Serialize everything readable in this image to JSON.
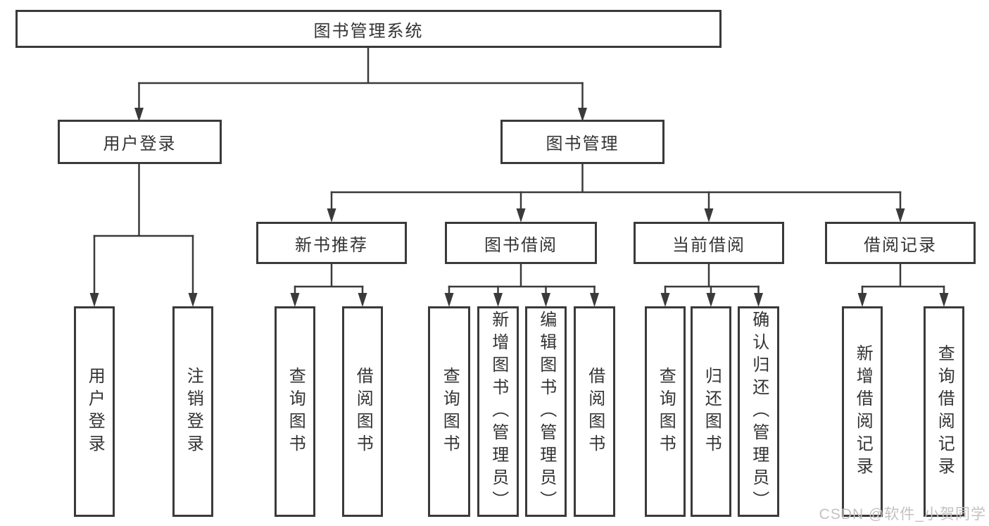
{
  "colors": {
    "background": "#ffffff",
    "line": "#3a3a3a",
    "text": "#333333",
    "watermark": "#c6c0c0"
  },
  "watermark": {
    "text": "CSDN @软件_小贺同学"
  },
  "diagram": {
    "type": "hierarchy",
    "title": "图书管理系统",
    "root": {
      "label": "图书管理系统",
      "children": [
        {
          "label": "用户登录",
          "children": [
            {
              "label": "用户登录"
            },
            {
              "label": "注销登录"
            }
          ]
        },
        {
          "label": "图书管理",
          "children": [
            {
              "label": "新书推荐",
              "children": [
                {
                  "label": "查询图书"
                },
                {
                  "label": "借阅图书"
                }
              ]
            },
            {
              "label": "图书借阅",
              "children": [
                {
                  "label": "查询图书"
                },
                {
                  "label": "新增图书（管理员）"
                },
                {
                  "label": "编辑图书（管理员）"
                },
                {
                  "label": "借阅图书"
                }
              ]
            },
            {
              "label": "当前借阅",
              "children": [
                {
                  "label": "查询图书"
                },
                {
                  "label": "归还图书"
                },
                {
                  "label": "确认归还（管理员）"
                }
              ]
            },
            {
              "label": "借阅记录",
              "children": [
                {
                  "label": "新增借阅记录"
                },
                {
                  "label": "查询借阅记录"
                }
              ]
            }
          ]
        }
      ]
    }
  }
}
